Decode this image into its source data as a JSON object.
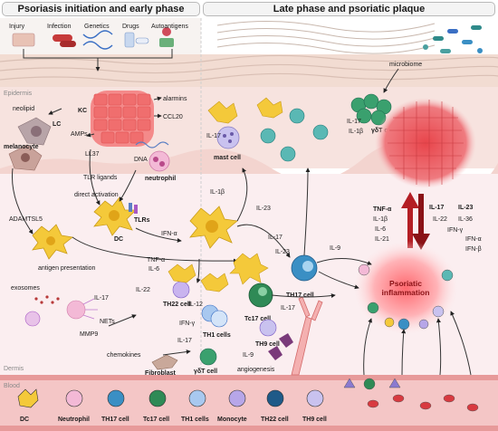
{
  "panels": {
    "left_title": "Psoriasis initiation and early phase",
    "right_title": "Late phase and psoriatic plaque"
  },
  "triggers": [
    "Injury",
    "Infection",
    "Genetics",
    "Drugs",
    "Autoantigens"
  ],
  "layers": {
    "epidermis": "Epidermis",
    "dermis": "Dermis",
    "blood": "Blood"
  },
  "labels": {
    "microbiome": "microbiome",
    "neolipid": "neolipid",
    "kc": "KC",
    "lc": "LC",
    "melanocyte": "melanocyte",
    "alarmins": "alarmins",
    "ccl20": "CCL20",
    "amps": "AMPs",
    "ll37": "LL37",
    "dna": "DNA",
    "tlr_ligands": "TLR ligands",
    "direct_activation": "direct activation",
    "neutrophil": "neutrophil",
    "tlrs": "TLRs",
    "dc": "DC",
    "adamtsl5": "ADAMTSL5",
    "antigen_presentation": "antigen presentation",
    "ifn_a_dc": "IFN-α",
    "il23_left": "IL-23",
    "il1b_left": "IL-1β",
    "il17_mast": "IL-17",
    "mast_cell": "mast cell",
    "il17_gd": "IL-17",
    "il1b_gd": "IL-1β",
    "gd_cell_top": "γδT cell",
    "il23_th17": "IL-23",
    "il17_th17": "IL-17",
    "th17_cell": "TH17 cell",
    "tc17_cell": "Tc17 cell",
    "il17_tc17": "IL-17",
    "il9": "IL-9",
    "tnfa_th22": "TNF-α",
    "il6_th22": "IL-6",
    "il22_th22": "IL-22",
    "th22_cell": "TH22 cell",
    "il12": "IL-12",
    "ifng_th1": "IFN-γ",
    "th1_cells": "TH1 cells",
    "th9_cell": "TH9 cell",
    "il9_th9": "IL-9",
    "angiogenesis": "angiogenesis",
    "exosomes": "exosomes",
    "il17_nets": "IL-17",
    "nets": "NETs",
    "mmp9": "MMP9",
    "chemokines": "chemokines",
    "fibroblast": "Fibroblast",
    "il17_fib": "IL-17",
    "gd_cell_bottom": "γδT cell",
    "psoriatic_inflammation": "Psoriatic inflammation"
  },
  "cytokines_left": [
    "TNF-α",
    "IL-1β",
    "IL-6",
    "IL-21"
  ],
  "cytokines_right": [
    "IL-17",
    "IL-23",
    "IL-22",
    "IL-36",
    "IFN-γ",
    "IFN-α",
    "IFN-β"
  ],
  "legend": [
    "DC",
    "Neutrophil",
    "TH17 cell",
    "Tc17 cell",
    "TH1 cells",
    "Monocyte",
    "TH22 cell",
    "TH9 cell"
  ],
  "colors": {
    "skin_top": "#f2dcd2",
    "epidermis": "#f7e3df",
    "dermis": "#fbeef0",
    "blood": "#f4c6c6",
    "kc_cells": "#f06e6e",
    "plaque": "#e84c50",
    "th17": "#3a8fc4",
    "tc17": "#2f8a56",
    "dc": "#f4c93a",
    "arrow_red": "#b41e24"
  }
}
